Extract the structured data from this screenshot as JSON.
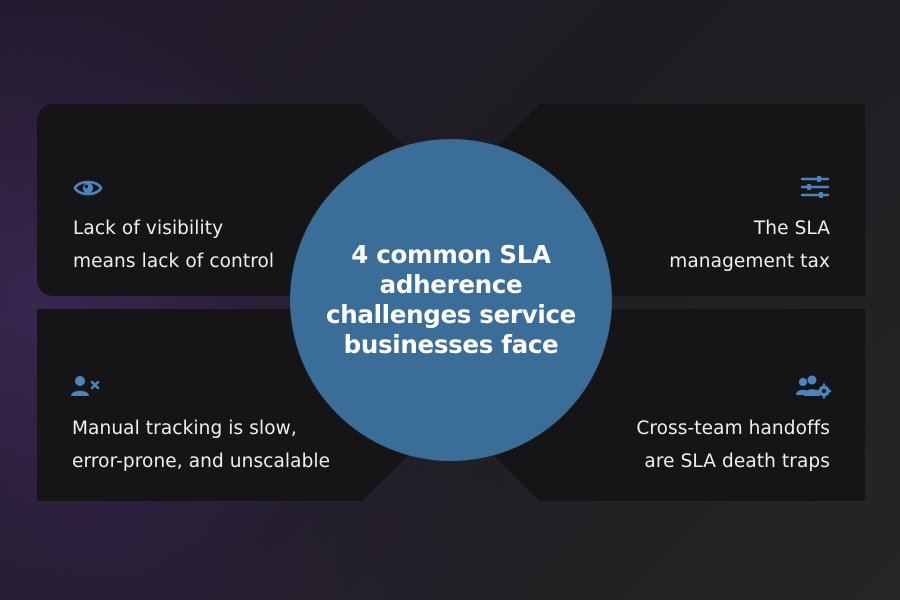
{
  "title": "4 common SLA adherence challenges service businesses face",
  "colors": {
    "accent": "#3a6e98",
    "icon": "#4a86bd",
    "card": "#151517"
  },
  "challenges": [
    {
      "position": "top-left",
      "icon": "eye-icon",
      "line1": "Lack of visibility",
      "line2": "means lack of control"
    },
    {
      "position": "top-right",
      "icon": "sliders-icon",
      "line1": "The SLA",
      "line2": "management tax"
    },
    {
      "position": "bottom-left",
      "icon": "user-remove-icon",
      "line1": "Manual tracking is slow,",
      "line2": "error-prone, and unscalable"
    },
    {
      "position": "bottom-right",
      "icon": "users-gear-icon",
      "line1": "Cross-team handoffs",
      "line2": "are SLA death traps"
    }
  ]
}
